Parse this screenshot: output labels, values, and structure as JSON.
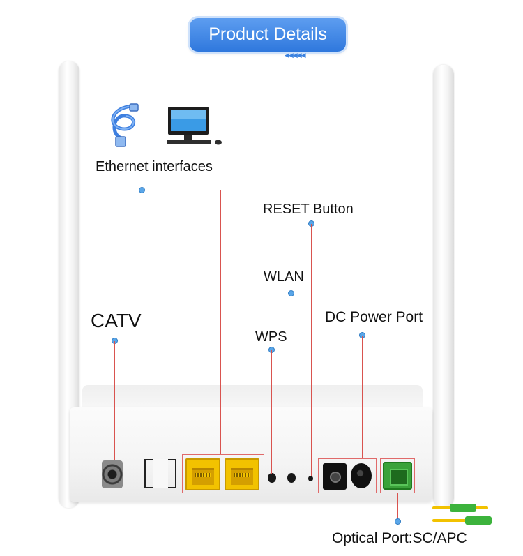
{
  "header": {
    "title": "Product Details",
    "accent_color": "#3b82e0"
  },
  "labels": {
    "ethernet": "Ethernet interfaces",
    "reset": "RESET Button",
    "wlan": "WLAN",
    "catv": "CATV",
    "dc_power": "DC Power Port",
    "wps": "WPS",
    "optical": "Optical Port:SC/APC"
  },
  "icons": {
    "cable": "ethernet-cable-icon",
    "computer": "desktop-computer-icon"
  },
  "colors": {
    "leader_line": "#d9534f",
    "dot": "#5aa6e8",
    "ethernet_port": "#f2c200",
    "optical_port": "#3aa23a"
  }
}
